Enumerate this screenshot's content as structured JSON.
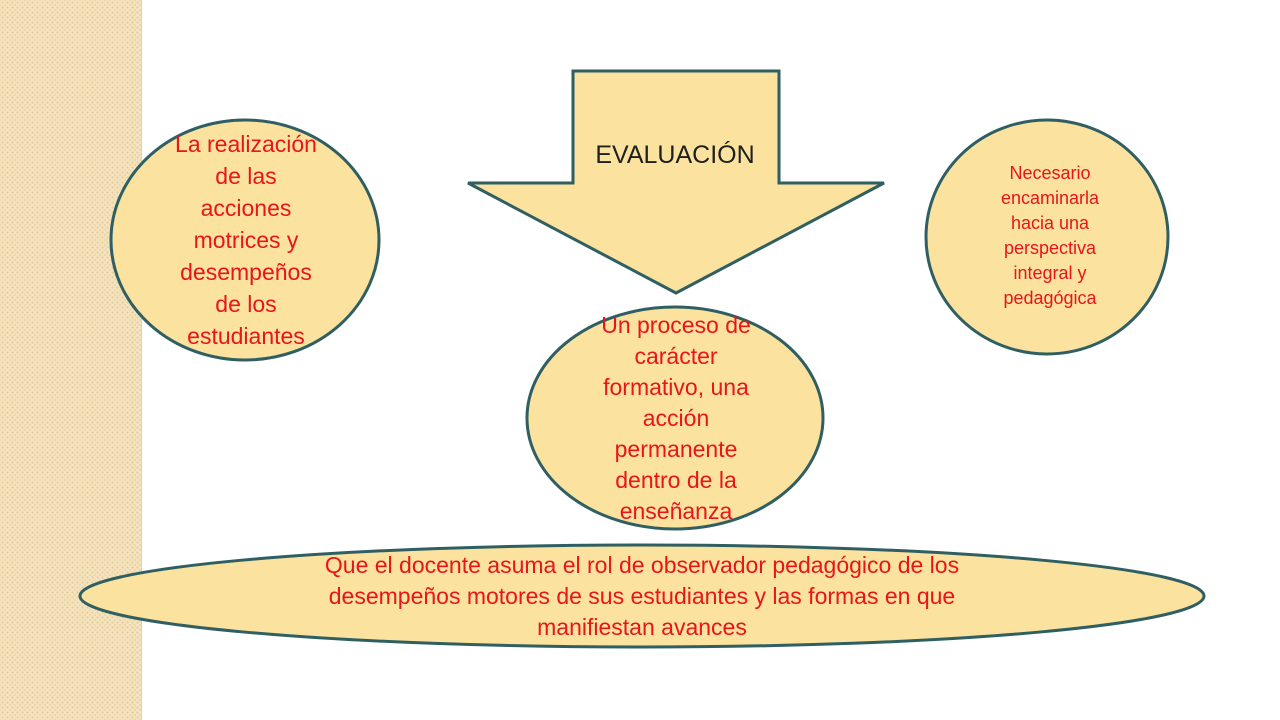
{
  "diagram": {
    "arrow": {
      "label": "EVALUACIÓN"
    },
    "nodes": {
      "left": "La realización\nde las\nacciones\nmotrices y\ndesempeños\nde los\nestudiantes",
      "right": "Necesario\nencaminarla\nhacia una\nperspectiva\nintegral y\npedagógica",
      "center": "Un proceso de\ncarácter\nformativo, una\nacción\npermanente\ndentro de la\nenseñanza",
      "bottom": "Que el docente asuma el rol de observador pedagógico de los\ndesempeños motores de sus estudiantes y las formas en que\nmanifiestan avances"
    }
  },
  "colors": {
    "shape_fill": "#fbe29f",
    "shape_border": "#2f5f62",
    "node_text": "#e8151b",
    "arrow_text": "#1f1f1f",
    "side_strip": "#f5e3bd"
  }
}
